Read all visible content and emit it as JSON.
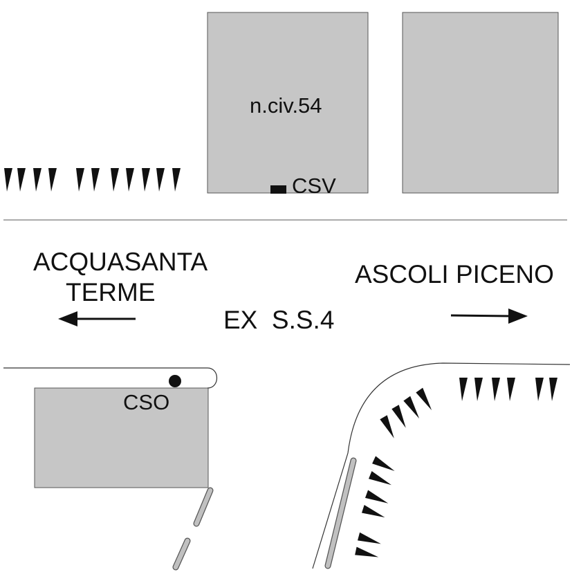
{
  "map": {
    "building_label": "n.civ.54",
    "csv_label": "CSV",
    "cso_label": "CSO",
    "road_name": "EX  S.S.4",
    "direction_left": {
      "line1": "ACQUASANTA",
      "line2": "TERME"
    },
    "direction_right": "ASCOLI PICENO",
    "colors": {
      "building_fill": "#c6c6c6",
      "building_stroke": "#555555",
      "road_line": "#777777",
      "text": "#111111",
      "marker": "#111111",
      "pipe_fill": "#c0c0c0"
    },
    "icons": {
      "arrow_left": "arrow-left-icon",
      "arrow_right": "arrow-right-icon",
      "csv_marker": "square-marker-icon",
      "cso_marker": "circle-marker-icon",
      "embankment": "hachure-mark-icon"
    }
  }
}
